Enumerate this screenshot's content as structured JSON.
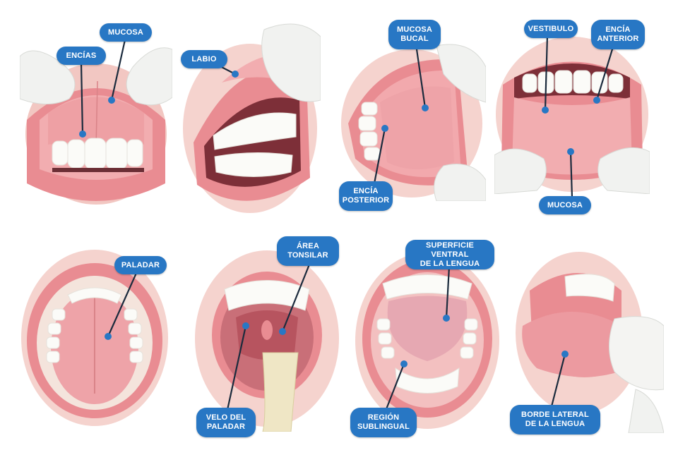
{
  "colors": {
    "label_fill": "#2877c4",
    "label_text": "#ffffff",
    "leader_line": "#1b2b3d",
    "marker_dot": "#2877c4",
    "gum_pink": "#eaa0a4",
    "lip_pink": "#e98c92",
    "tooth_white": "#fbfbf8",
    "glove_white": "#f1f2f0"
  },
  "panels": [
    {
      "id": "upper-gums",
      "labels": [
        "MUCOSA",
        "ENCÍAS"
      ]
    },
    {
      "id": "lip",
      "labels": [
        "LABIO"
      ]
    },
    {
      "id": "cheek",
      "labels": [
        "MUCOSA\nBUCAL",
        "ENCÍA\nPOSTERIOR"
      ]
    },
    {
      "id": "lower-lip",
      "labels": [
        "VESTIBULO",
        "ENCÍA\nANTERIOR",
        "MUCOSA"
      ]
    },
    {
      "id": "palate",
      "labels": [
        "PALADAR"
      ]
    },
    {
      "id": "throat",
      "labels": [
        "ÁREA\nTONSILAR",
        "VELO DEL\nPALADAR"
      ]
    },
    {
      "id": "under-tongue",
      "labels": [
        "SUPERFICIE VENTRAL\nDE LA LENGUA",
        "REGIÓN\nSUBLINGUAL"
      ]
    },
    {
      "id": "tongue-side",
      "labels": [
        "BORDE LATERAL\nDE LA LENGUA"
      ]
    }
  ]
}
